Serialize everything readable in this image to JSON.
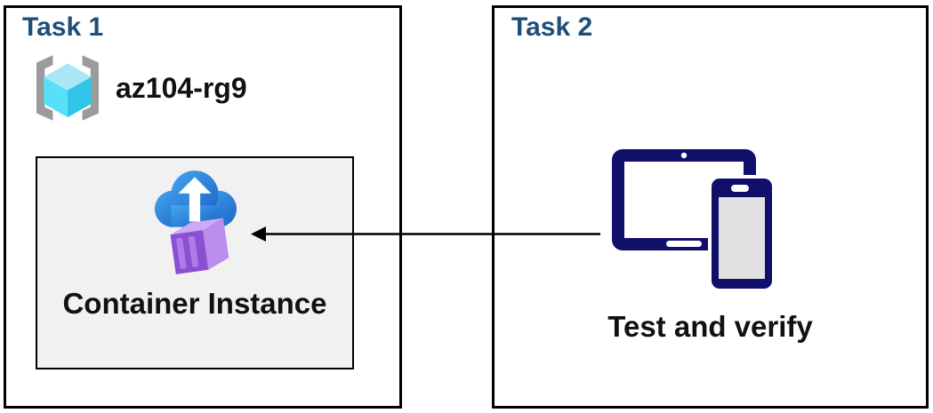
{
  "task1": {
    "title": "Task 1",
    "resource_group": {
      "icon": "resource-group-icon",
      "name": "az104-rg9"
    },
    "container": {
      "icon": "container-instance-icon",
      "label": "Container Instance"
    }
  },
  "task2": {
    "title": "Task 2",
    "devices_icon": "devices-icon",
    "label": "Test and verify"
  },
  "arrow": {
    "from": "devices",
    "to": "container-instance",
    "direction": "right-to-left"
  },
  "colors": {
    "title-blue": "#1F4E79",
    "text-black": "#111111",
    "border-black": "#000000",
    "inner-box-bg": "#F1F1F1",
    "navy": "#10106B",
    "device-screen": "#E2E2E2",
    "bracket-gray": "#9B9B9B",
    "cube-top": "#A9E7F6",
    "cube-left": "#57E1F8",
    "cube-right": "#31C4E9",
    "cloud-light": "#44A5EE",
    "cloud-dark": "#1B63C6",
    "container-front": "#8A4FD2",
    "container-stripe": "#AC7DEA",
    "container-side": "#B98CEE",
    "container-top": "#CEA9F5"
  }
}
